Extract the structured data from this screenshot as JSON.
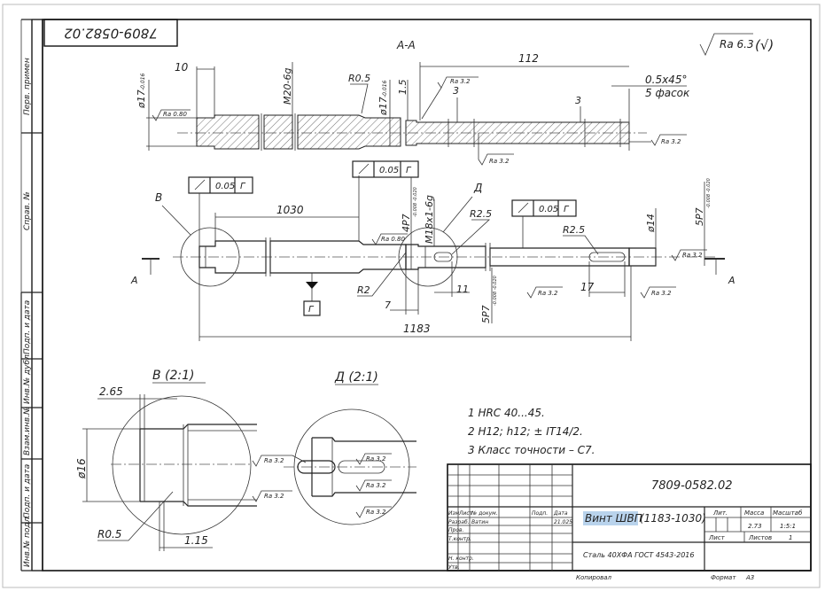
{
  "drawing_number": "7809-0582.02",
  "drawing_number_rotated": "7809-0582.02",
  "section_label": "A-A",
  "roughness_general": "Ra 6.3",
  "roughness_general_paren": "(√)",
  "roughness": {
    "ra08": "Ra 0.80",
    "ra32": "Ra 3.2"
  },
  "dims": {
    "d10": "10",
    "d17_left": "ø17",
    "d17_left_tol": "-0.016",
    "m20": "M20-6g",
    "r05": "R0.5",
    "d17_mid": "ø17",
    "d17_mid_tol": "-0.016",
    "d15": "1.5",
    "d112": "112",
    "d3_a": "3",
    "d3_b": "3",
    "chamfer": "0.5x45°",
    "chamfer_note": "5 фасок",
    "d1030": "1030",
    "d1183": "1183",
    "d4p7": "4P7",
    "d4p7_tol": "-0.008 -0.020",
    "m18": "M18x1-6g",
    "r25_a": "R2.5",
    "r25_b": "R2.5",
    "r2": "R2",
    "d7": "7",
    "d11": "11",
    "d5p7_a": "5P7",
    "d5p7_b": "5P7",
    "d5p7_tol": "-0.008 -0.020",
    "d17_bottom": "17",
    "d14": "ø14",
    "d265": "2.65",
    "d16": "ø16",
    "r05_detail": "R0.5",
    "d115": "1.15"
  },
  "tolerances": {
    "runout_1": "0.05",
    "datum_1": "Г",
    "runout_2": "0.05",
    "datum_2": "Г",
    "runout_3": "0.05",
    "datum_3": "Г",
    "datum_marker": "Г"
  },
  "labels": {
    "view_b": "В",
    "view_d": "Д",
    "arrow_a_left": "A",
    "arrow_a_right": "A",
    "detail_b": "В (2:1)",
    "detail_d": "Д (2:1)"
  },
  "notes": [
    "1 HRC 40...45.",
    "2 H12; h12; ± IT14/2.",
    "3 Класс точности – С7."
  ],
  "side_stamp": [
    "Перв. примен",
    "Справ. №",
    "Подп. и дата",
    "Инв.№ дубл.",
    "Взам.инв.№",
    "Подп. и дата",
    "Инв.№ подл."
  ],
  "title_block": {
    "number": "7809-0582.02",
    "name_highlight": "Винт ШВП",
    "name_rest": "(1183-1030)",
    "material": "Сталь 40ХФА ГОСТ 4543-2016",
    "headers": [
      "Изм",
      "Лист",
      "№ докум.",
      "Подп.",
      "Дата"
    ],
    "rows": [
      {
        "label": "Разраб.",
        "name": "Ватин",
        "date": "21.025"
      },
      {
        "label": "Пров.",
        "name": "",
        "date": ""
      },
      {
        "label": "Т.контр.",
        "name": "",
        "date": ""
      },
      {
        "label": "Н. контр.",
        "name": "",
        "date": ""
      },
      {
        "label": "Утв.",
        "name": "",
        "date": ""
      }
    ],
    "lit": "Лит.",
    "mass": "Масса",
    "scale": "Масштаб",
    "mass_value": "2.73",
    "scale_value": "1:5:1",
    "sheet": "Лист",
    "sheets": "Листов",
    "sheets_value": "1",
    "copied": "Копировал",
    "format": "Формат",
    "format_value": "А3"
  }
}
